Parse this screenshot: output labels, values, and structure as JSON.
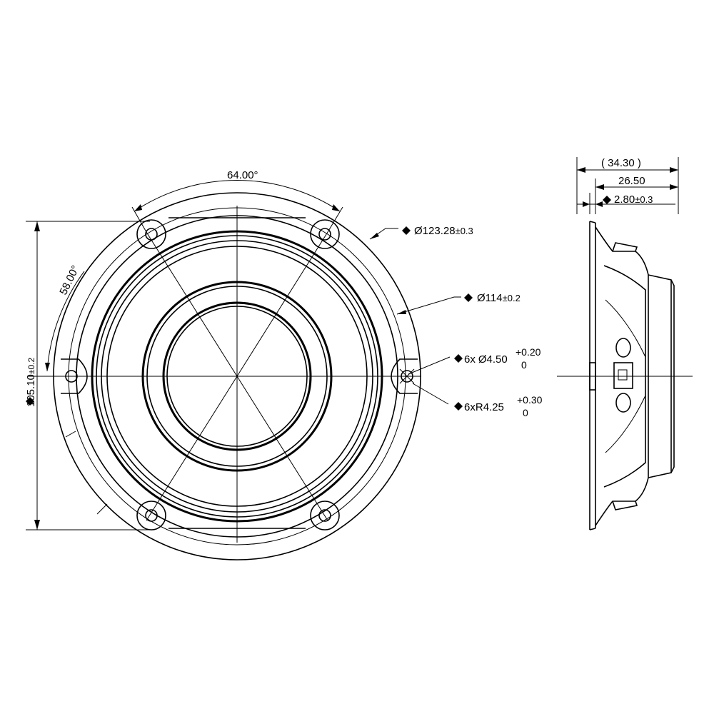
{
  "front_view": {
    "angle_top": "64.00°",
    "angle_side": "58.00°",
    "height_dim": "105.10",
    "height_tol": "±0.2"
  },
  "callouts": {
    "outer_diameter": {
      "symbol": "Ø",
      "value": "123.28",
      "tol": "±0.3"
    },
    "bolt_circle": {
      "symbol": "Ø",
      "value": "114",
      "tol": "±0.2"
    },
    "hole_diameter": {
      "prefix": "6x",
      "symbol": "Ø",
      "value": "4.50",
      "tol_upper": "+0.20",
      "tol_lower": "0"
    },
    "hole_radius": {
      "prefix": "6xR",
      "value": "4.25",
      "tol_upper": "+0.30",
      "tol_lower": "0"
    }
  },
  "side_view": {
    "total_depth": "34.30",
    "depth_frame": "26.50",
    "flange_thickness": "2.80",
    "flange_tol": "±0.3"
  },
  "symbols": {
    "critical_marker": "diamond-marker"
  }
}
